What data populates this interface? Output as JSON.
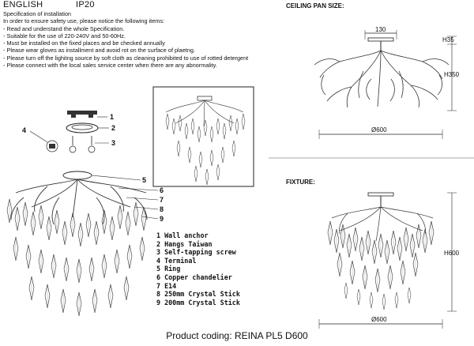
{
  "header": {
    "language": "ENGLISH",
    "ip_rating": "IP20"
  },
  "specification": {
    "title": "Specification of installation",
    "lines": [
      "In order to ensure safety use, please notice the following items:",
      "- Read and understand the whole Specification.",
      "- Suitable for the use of 220-240V and 50-60Hz.",
      "- Must be installed on the fixed places and be checked annually",
      "- Please wear gloves as installment and avoid rot on the surface of plaetng.",
      "- Please turn off the lighitng source by soft cloth as cleaning prohibited to use of rotted detergent",
      "- Please connect with the local sales service center when there are any abnormality."
    ]
  },
  "ceiling_pan": {
    "title": "CEILING PAN SIZE:",
    "width_top": "130",
    "height_pan": "H35",
    "height_total": "H350",
    "width_bottom": "Ø600"
  },
  "fixture": {
    "title": "FIXTURE:",
    "height": "H600",
    "width": "Ø600"
  },
  "callouts": [
    "1",
    "2",
    "3",
    "4",
    "5",
    "6",
    "7",
    "8",
    "9"
  ],
  "parts": [
    "1 Wall anchor",
    "2 Hangs Taiwan",
    "3 Self-tapping screw",
    "4 Terminal",
    "5 Ring",
    "6 Copper chandelier",
    "7 E14",
    "8 250mm Crystal Stick",
    "9 200mm Crystal Stick"
  ],
  "footer": "Product coding: REINA PL5 D600"
}
